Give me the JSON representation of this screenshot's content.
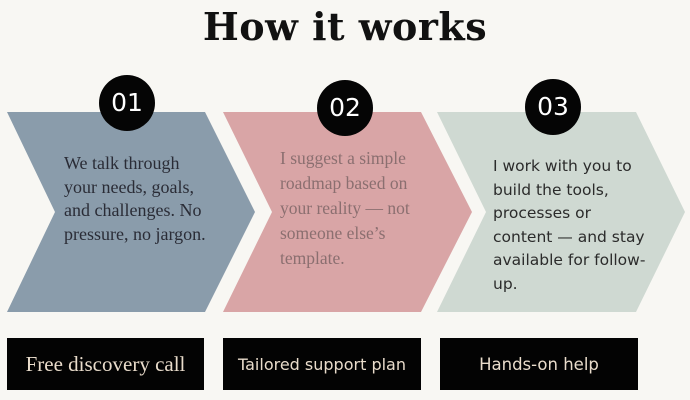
{
  "title": "How it works",
  "colors": {
    "step1": "#8a9cab",
    "step2": "#d9a5a6",
    "step3": "#cfd9d2",
    "label_bg": "#030303",
    "label_text": "#e9dccb"
  },
  "steps": [
    {
      "number": "01",
      "description": "We talk through your needs, goals, and challenges. No pressure, no jargon.",
      "label": "Free discovery call"
    },
    {
      "number": "02",
      "description": "I suggest a simple roadmap based on your reality — not someone else’s template.",
      "label": "Tailored support plan"
    },
    {
      "number": "03",
      "description": "I work with you to build the tools, processes or content — and stay available for follow-up.",
      "label": "Hands-on help"
    }
  ]
}
